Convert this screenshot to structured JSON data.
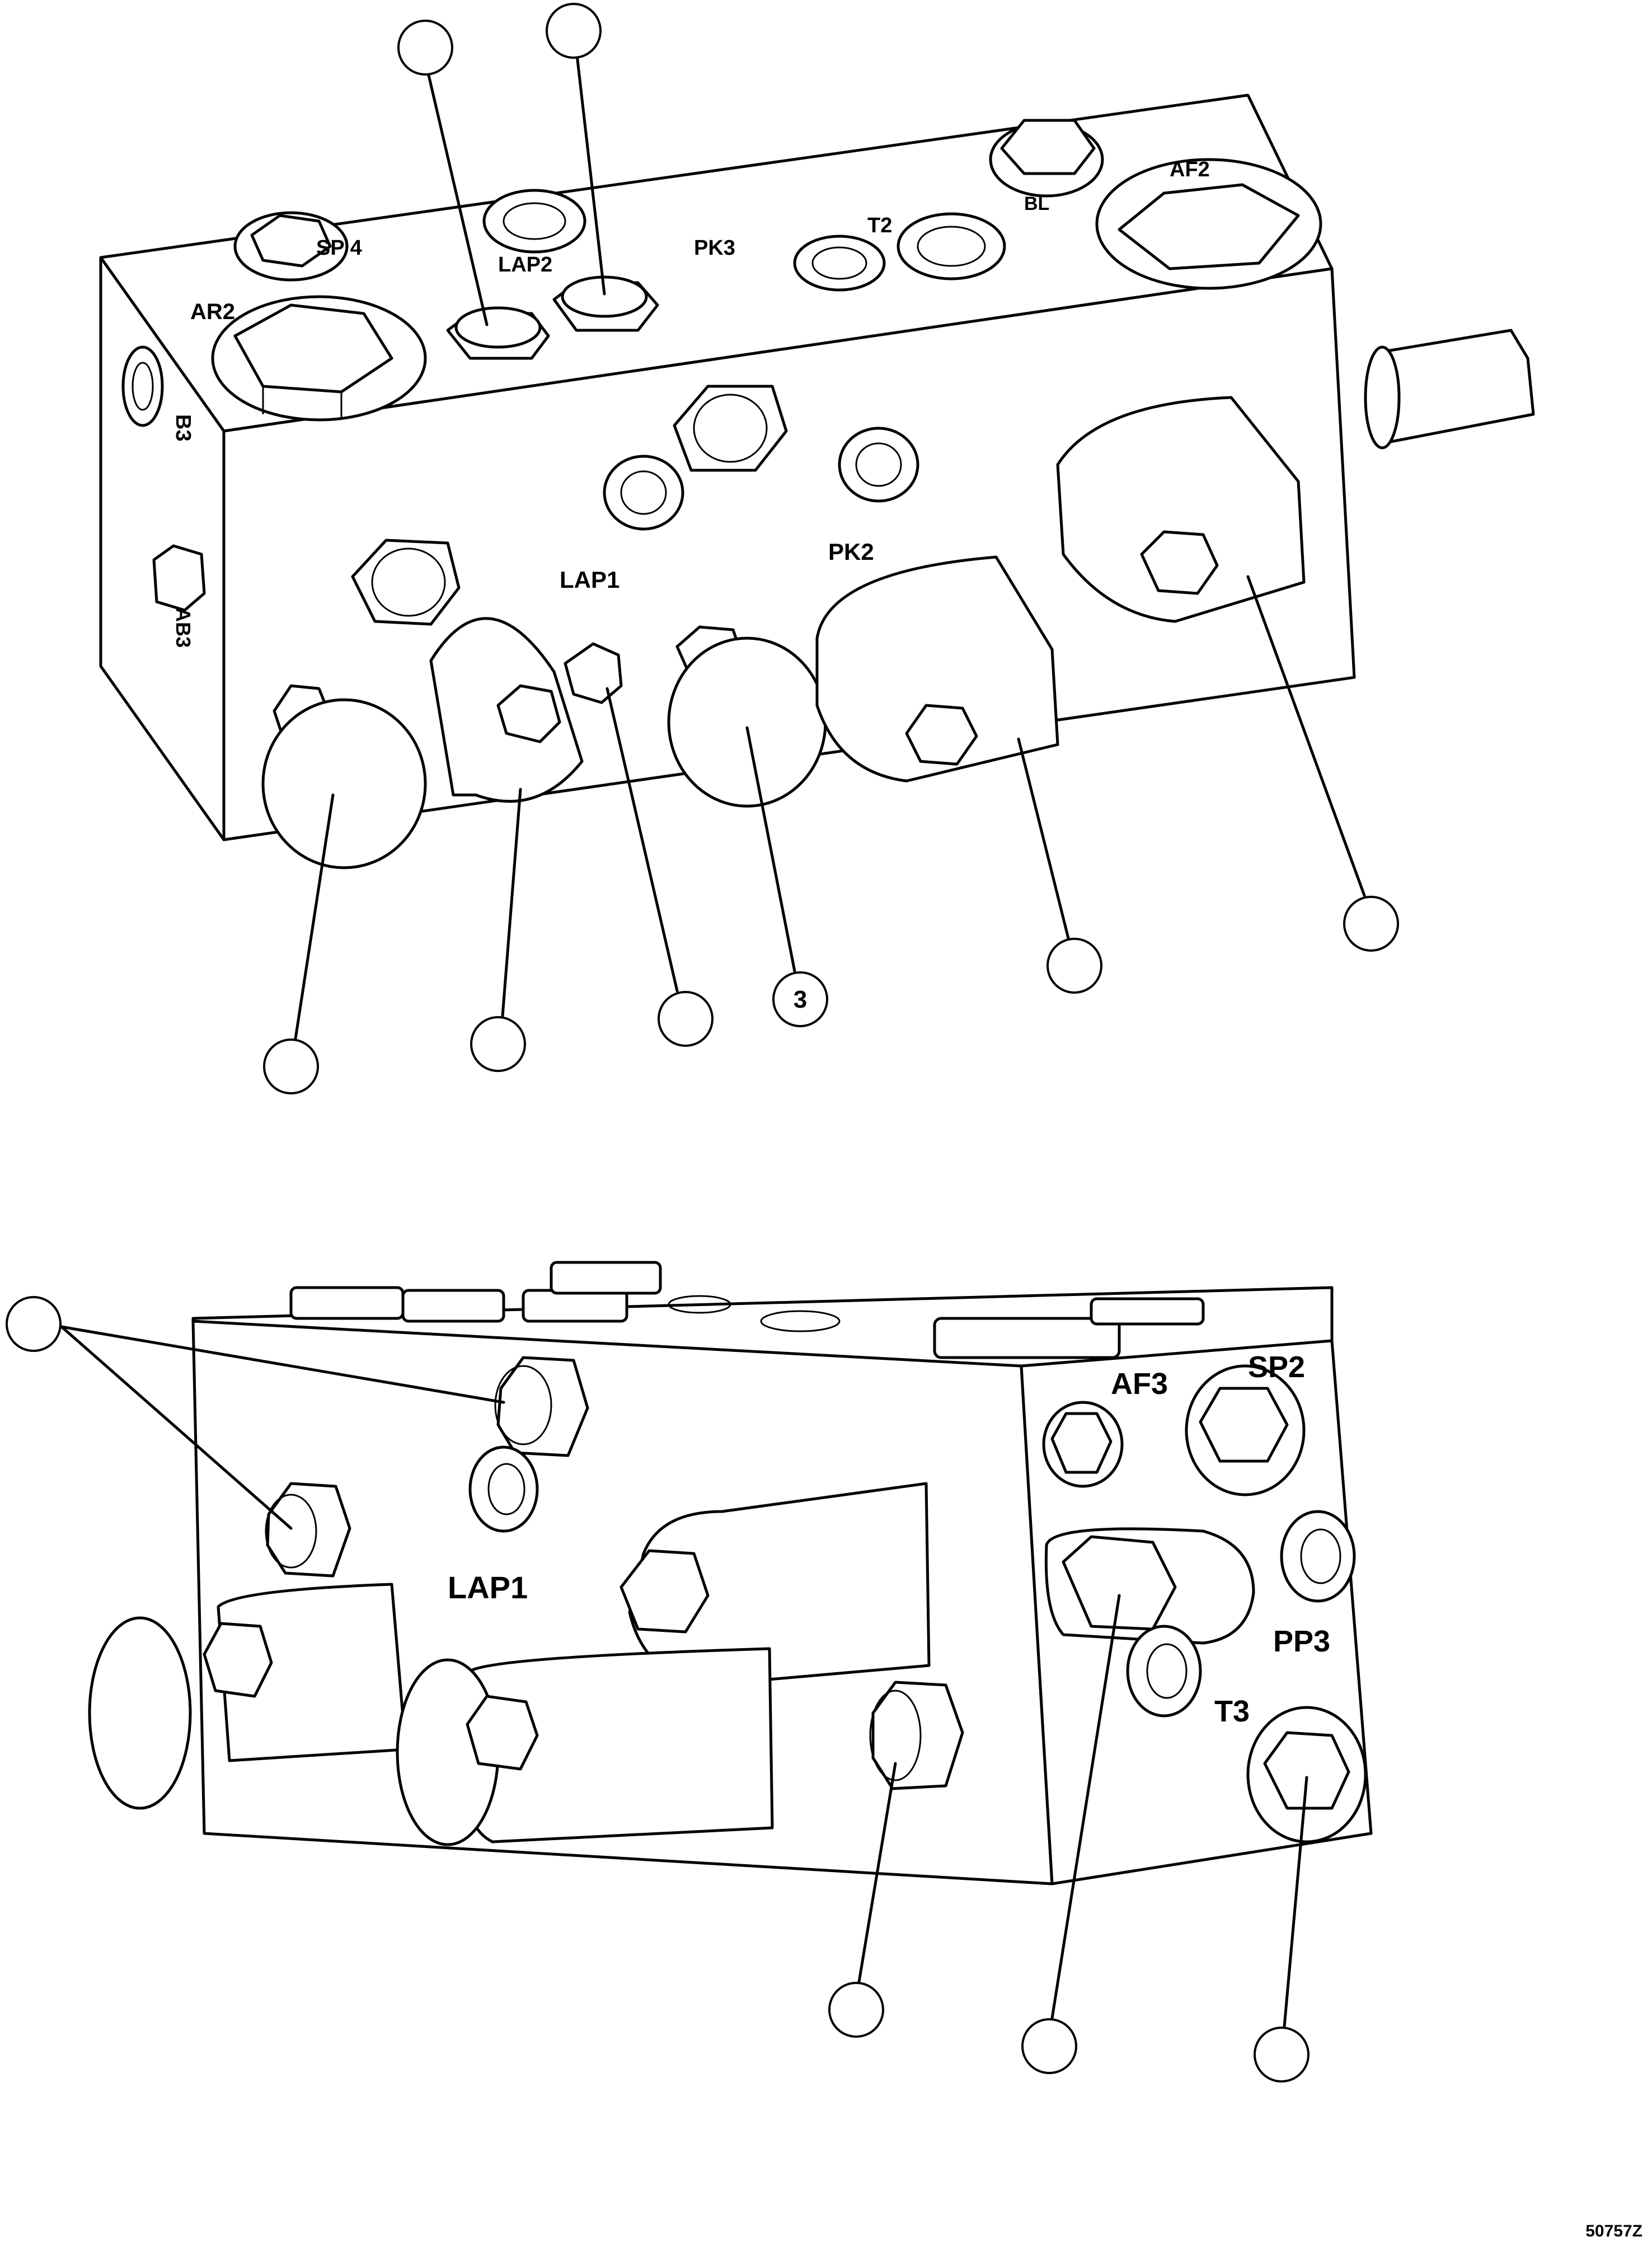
{
  "figure_id": "50757Z",
  "top_view": {
    "port_labels": [
      "SP 4",
      "LAP2",
      "PK3",
      "T2",
      "BL",
      "AF2",
      "AR2",
      "LAP1",
      "PK2",
      "B3",
      "AB3"
    ],
    "callout_numbers": [
      "3"
    ]
  },
  "bottom_view": {
    "port_labels": [
      "AF3",
      "SP2",
      "LAP1",
      "PP3",
      "T3"
    ]
  }
}
